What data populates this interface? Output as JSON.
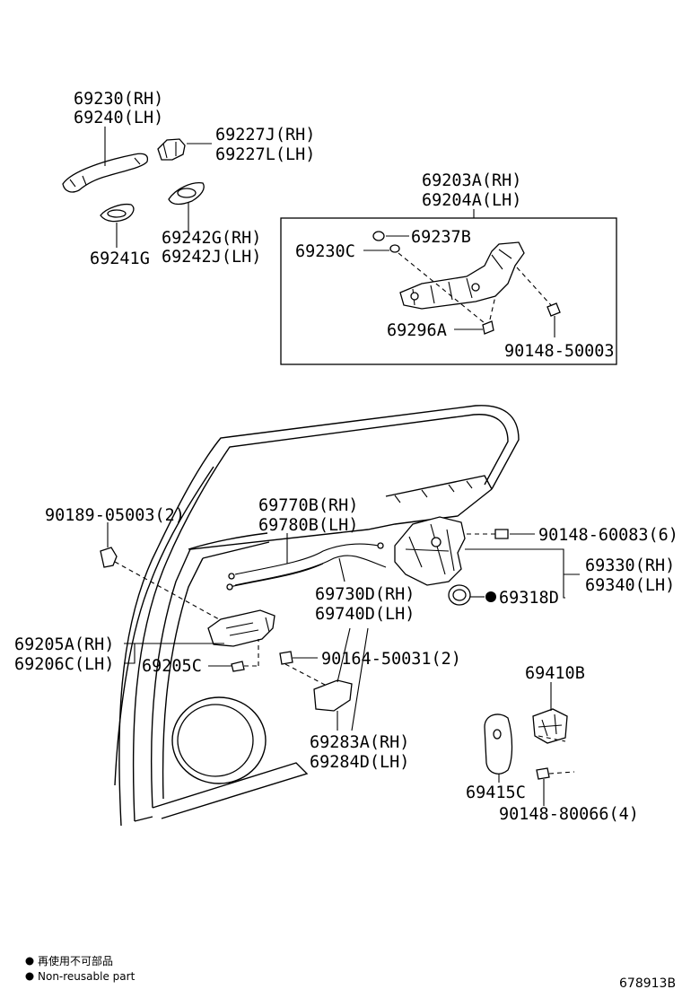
{
  "labels": {
    "p69230": "69230(RH)",
    "p69240": "69240(LH)",
    "p69227J": "69227J(RH)",
    "p69227L": "69227L(LH)",
    "p69241G": "69241G",
    "p69242G": "69242G(RH)",
    "p69242J": "69242J(LH)",
    "p69203A": "69203A(RH)",
    "p69204A": "69204A(LH)",
    "p69237B": "69237B",
    "p69230C": "69230C",
    "p69296A": "69296A",
    "p90148_50003": "90148-50003",
    "p90189": "90189-05003(2)",
    "p69770B": "69770B(RH)",
    "p69780B": "69780B(LH)",
    "p90148_60083": "90148-60083(6)",
    "p69330": "69330(RH)",
    "p69340": "69340(LH)",
    "p69318D": "69318D",
    "p69730D": "69730D(RH)",
    "p69740D": "69740D(LH)",
    "p69205A": "69205A(RH)",
    "p69206C": "69206C(LH)",
    "p69205C": "69205C",
    "p90164": "90164-50031(2)",
    "p69410B": "69410B",
    "p69283A": "69283A(RH)",
    "p69284D": "69284D(LH)",
    "p69415C": "69415C",
    "p90148_80066": "90148-80066(4)"
  },
  "legend": {
    "line1": "再使用不可部品",
    "line2": "Non-reusable part"
  },
  "figure_code": "678913B"
}
